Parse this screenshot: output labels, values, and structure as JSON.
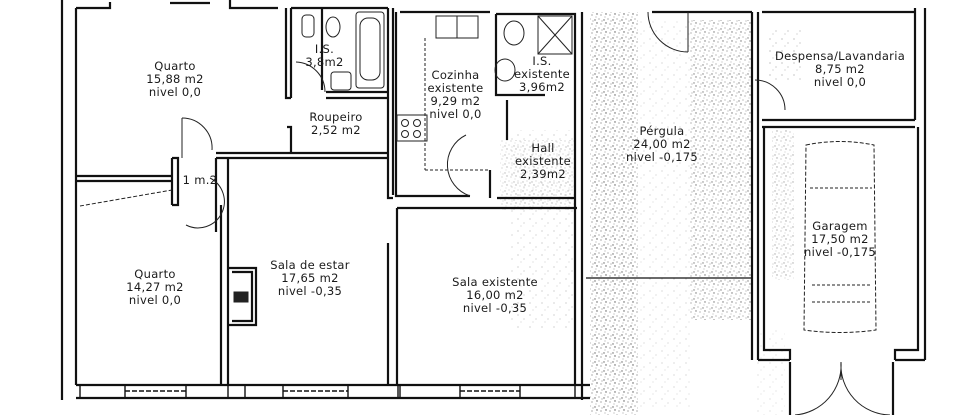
{
  "plan": {
    "colors": {
      "wall": "#111111",
      "stipple": "#6b6b6b",
      "background": "#ffffff"
    },
    "rooms": [
      {
        "id": "quarto-1",
        "name": "Quarto",
        "area": "15,88 m2",
        "level": "nivel 0,0"
      },
      {
        "id": "is-1",
        "name": "I.S.",
        "area": "3,8m2",
        "level": ""
      },
      {
        "id": "roupeiro",
        "name": "Roupeiro",
        "area": "2,52 m2",
        "level": ""
      },
      {
        "id": "closet",
        "name": "",
        "area": "1 m.2",
        "level": ""
      },
      {
        "id": "cozinha",
        "name": "Cozinha existente",
        "name_line1": "Cozinha",
        "name_line2": "existente",
        "area": "9,29 m2",
        "level": "nivel 0,0"
      },
      {
        "id": "is-2",
        "name": "I.S. existente",
        "name_line1": "I.S.",
        "name_line2": "existente",
        "area": "3,96m2",
        "level": ""
      },
      {
        "id": "hall",
        "name": "Hall existente",
        "name_line1": "Hall",
        "name_line2": "existente",
        "area": "2,39m2",
        "level": ""
      },
      {
        "id": "pergula",
        "name": "Pérgula",
        "area": "24,00 m2",
        "level": "nivel -0,175"
      },
      {
        "id": "despensa",
        "name": "Despensa/Lavandaria",
        "area": "8,75 m2",
        "level": "nivel 0,0"
      },
      {
        "id": "garagem",
        "name": "Garagem",
        "area": "17,50 m2",
        "level": "nivel -0,175"
      },
      {
        "id": "quarto-2",
        "name": "Quarto",
        "area": "14,27 m2",
        "level": "nivel 0,0"
      },
      {
        "id": "sala-estar",
        "name": "Sala de estar",
        "area": "17,65 m2",
        "level": "nivel -0,35"
      },
      {
        "id": "sala-existente",
        "name": "Sala existente",
        "area": "16,00 m2",
        "level": "nivel -0,35"
      }
    ]
  }
}
